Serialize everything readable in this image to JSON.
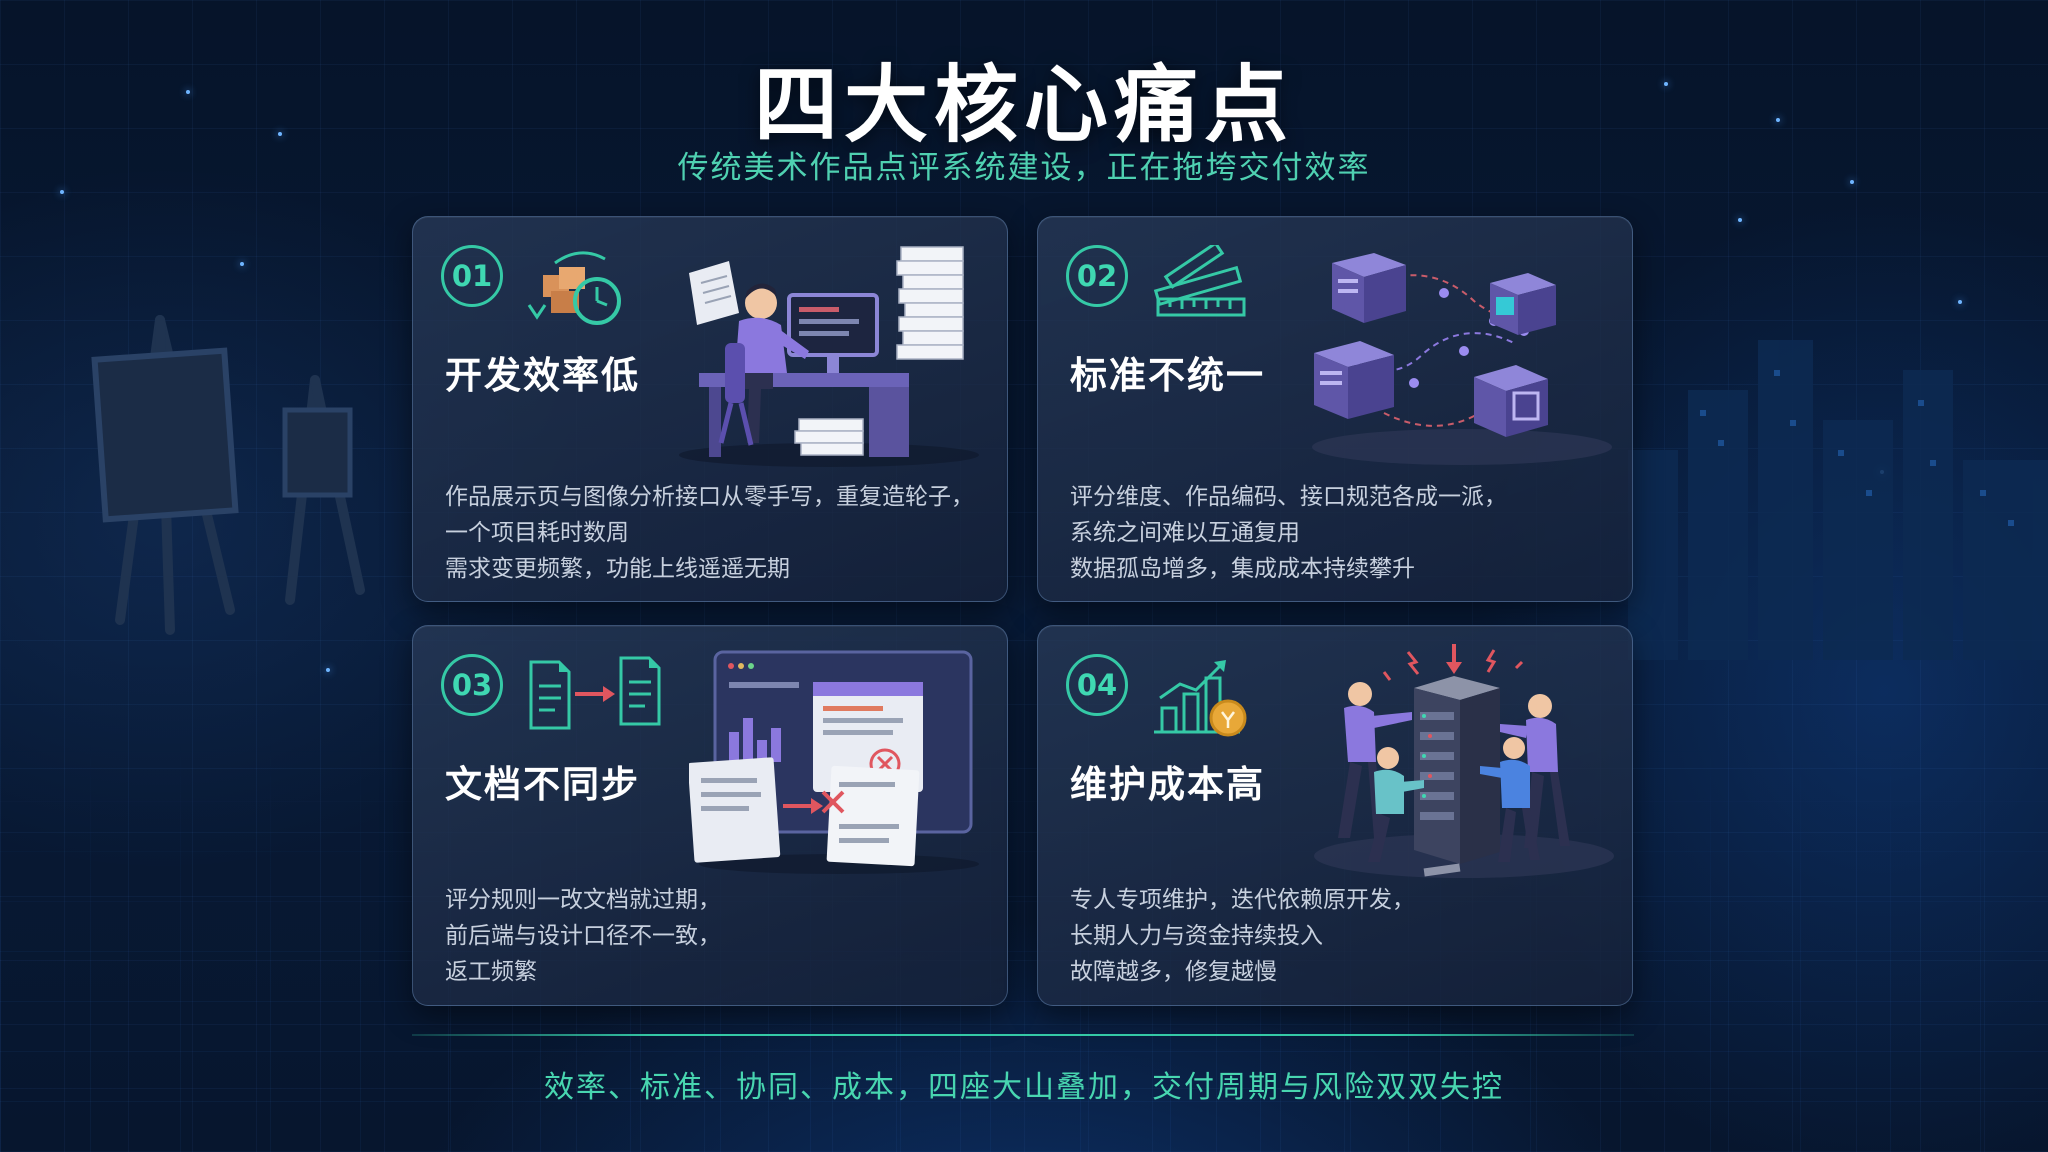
{
  "header": {
    "title": "四大核心痛点",
    "subtitle": "传统美术作品点评系统建设，正在拖垮交付效率"
  },
  "cards": [
    {
      "number": "01",
      "title": "开发效率低",
      "lines": [
        "作品展示页与图像分析接口从零手写，重复造轮子，",
        "一个项目耗时数周",
        "需求变更频繁，功能上线遥遥无期"
      ],
      "icon": "boxes-clock-icon",
      "illustration": "developer-desk-paperwork-illustration"
    },
    {
      "number": "02",
      "title": "标准不统一",
      "lines": [
        "评分维度、作品编码、接口规范各成一派，",
        "系统之间难以互通复用",
        "数据孤岛增多，集成成本持续攀升"
      ],
      "icon": "ruler-icon",
      "illustration": "disconnected-cubes-illustration"
    },
    {
      "number": "03",
      "title": "文档不同步",
      "lines": [
        "评分规则一改文档就过期，",
        "前后端与设计口径不一致，",
        "返工频繁"
      ],
      "icon": "document-sync-icon",
      "illustration": "dashboard-documents-error-illustration"
    },
    {
      "number": "04",
      "title": "维护成本高",
      "lines": [
        "专人专项维护，迭代依赖原开发，",
        "长期人力与资金持续投入",
        "故障越多，修复越慢"
      ],
      "icon": "growth-chart-coin-icon",
      "illustration": "people-pushing-server-illustration"
    }
  ],
  "footer": {
    "text": "效率、标准、协同、成本，四座大山叠加，交付周期与风险双双失控"
  },
  "colors": {
    "accent": "#35c9a6",
    "background": "#07162e",
    "card": "#1e2c46",
    "illustration_purple": "#7c6ad6"
  }
}
